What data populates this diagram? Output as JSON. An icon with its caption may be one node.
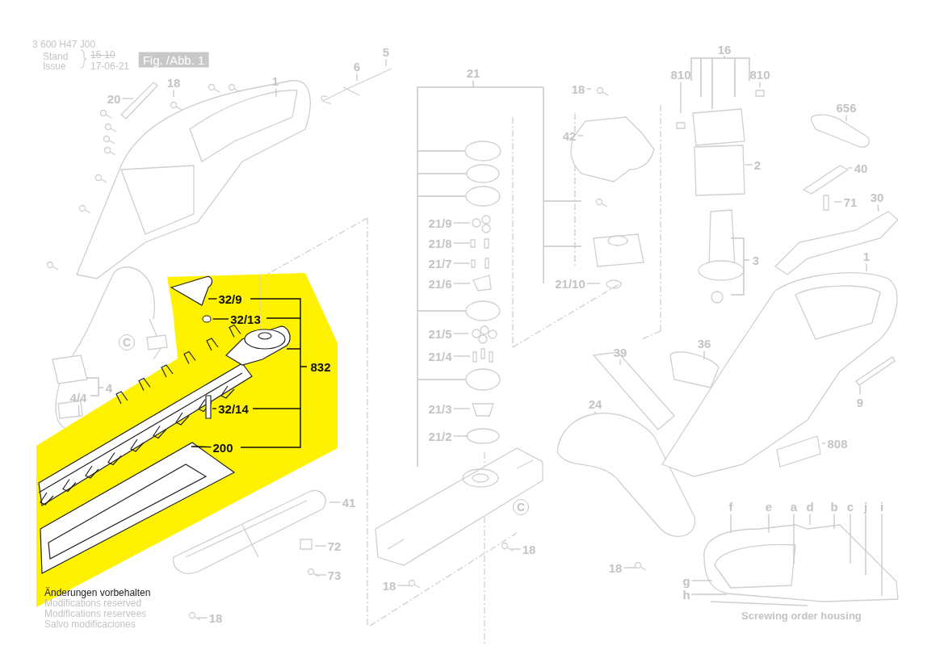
{
  "diagram": {
    "nodes": [
      {
        "text": [
          "Fig. /Abb. 1"
        ]
      },
      {
        "text": [
          "18"
        ]
      },
      {
        "text": [
          "20"
        ]
      },
      {
        "text": [
          "1"
        ]
      },
      {
        "text": [
          "6"
        ]
      },
      {
        "text": [
          "5"
        ]
      },
      {
        "text": [
          "810"
        ]
      },
      {
        "text": [
          "16"
        ]
      },
      {
        "text": [
          "810"
        ]
      },
      {
        "text": [
          "21"
        ]
      },
      {
        "text": [
          "18"
        ]
      },
      {
        "text": [
          "656"
        ]
      },
      {
        "text": [
          "42"
        ]
      },
      {
        "text": [
          "2"
        ]
      },
      {
        "text": [
          "40"
        ]
      },
      {
        "text": [
          "71"
        ]
      },
      {
        "text": [
          "30"
        ]
      },
      {
        "text": [
          "21/9"
        ]
      },
      {
        "text": [
          "21/8"
        ]
      },
      {
        "text": [
          "21/7"
        ]
      },
      {
        "text": [
          "21/6"
        ]
      },
      {
        "text": [
          "3"
        ]
      },
      {
        "text": [
          "1"
        ]
      },
      {
        "text": [
          "21/10"
        ]
      },
      {
        "text": [
          "32/9"
        ]
      },
      {
        "text": [
          "32/13"
        ]
      },
      {
        "text": [
          "21/5"
        ]
      },
      {
        "text": [
          "C"
        ]
      },
      {
        "text": [
          "36"
        ]
      },
      {
        "text": [
          "39"
        ]
      },
      {
        "text": [
          "21/4"
        ]
      },
      {
        "text": [
          "832"
        ]
      },
      {
        "text": [
          "4"
        ]
      },
      {
        "text": [
          "4/4"
        ]
      },
      {
        "text": [
          "9"
        ]
      },
      {
        "text": [
          "24"
        ]
      },
      {
        "text": [
          "32/14"
        ]
      },
      {
        "text": [
          "21/3"
        ]
      },
      {
        "text": [
          "21/2"
        ]
      },
      {
        "text": [
          "808"
        ]
      },
      {
        "text": [
          "200"
        ]
      },
      {
        "text": [
          "41"
        ]
      },
      {
        "text": [
          "f"
        ]
      },
      {
        "text": [
          "e"
        ]
      },
      {
        "text": [
          "a"
        ]
      },
      {
        "text": [
          "d"
        ]
      },
      {
        "text": [
          "b"
        ]
      },
      {
        "text": [
          "c"
        ]
      },
      {
        "text": [
          "j"
        ]
      },
      {
        "text": [
          "i"
        ]
      },
      {
        "text": [
          "C"
        ]
      },
      {
        "text": [
          "72"
        ]
      },
      {
        "text": [
          "18"
        ]
      },
      {
        "text": [
          "18"
        ]
      },
      {
        "text": [
          "73"
        ]
      },
      {
        "text": [
          "g"
        ]
      },
      {
        "text": [
          "18"
        ]
      },
      {
        "text": [
          "h"
        ]
      },
      {
        "text": [
          "18"
        ]
      },
      {
        "text": [],
        "shape": "circle"
      }
    ],
    "edges": [
      {
        "from": 1,
        "to": null,
        "arrow": "none"
      },
      {
        "from": 2,
        "to": null,
        "arrow": "none"
      },
      {
        "from": 3,
        "to": null,
        "arrow": "none"
      },
      {
        "from": 4,
        "to": null,
        "arrow": "none"
      },
      {
        "from": 5,
        "to": null,
        "arrow": "none"
      },
      {
        "from": 6,
        "to": null,
        "arrow": "none"
      },
      {
        "from": 8,
        "to": null,
        "arrow": "none"
      },
      {
        "from": 10,
        "to": null,
        "arrow": "none"
      },
      {
        "from": 11,
        "to": null,
        "arrow": "none"
      },
      {
        "from": 12,
        "to": null,
        "arrow": "none"
      },
      {
        "from": 13,
        "to": null,
        "arrow": "none"
      },
      {
        "from": 14,
        "to": null,
        "arrow": "none"
      },
      {
        "from": 15,
        "to": null,
        "arrow": "none"
      },
      {
        "from": 16,
        "to": null,
        "arrow": "none"
      },
      {
        "from": 17,
        "to": null,
        "arrow": "none"
      },
      {
        "from": 18,
        "to": null,
        "arrow": "none"
      },
      {
        "from": 19,
        "to": null,
        "arrow": "none"
      },
      {
        "from": 20,
        "to": null,
        "arrow": "none"
      },
      {
        "from": 22,
        "to": null,
        "arrow": "none"
      },
      {
        "from": 23,
        "to": null,
        "arrow": "none"
      },
      {
        "from": 24,
        "to": null,
        "arrow": "none",
        "color": "#000000"
      },
      {
        "from": 25,
        "to": 59,
        "arrow": "none",
        "color": "#000000"
      },
      {
        "from": 26,
        "to": null,
        "arrow": "none"
      },
      {
        "from": 28,
        "to": null,
        "arrow": "none"
      },
      {
        "from": 29,
        "to": null,
        "arrow": "none"
      },
      {
        "from": 30,
        "to": null,
        "arrow": "none"
      },
      {
        "from": 33,
        "to": null,
        "arrow": "none"
      },
      {
        "from": 34,
        "to": null,
        "arrow": "none"
      },
      {
        "from": 35,
        "to": null,
        "arrow": "none"
      },
      {
        "from": 36,
        "to": null,
        "arrow": "none",
        "color": "#000000"
      },
      {
        "from": 37,
        "to": null,
        "arrow": "none"
      },
      {
        "from": 38,
        "to": null,
        "arrow": "none"
      },
      {
        "from": 39,
        "to": null,
        "arrow": "none"
      },
      {
        "from": 40,
        "to": null,
        "arrow": "none",
        "color": "#000000"
      },
      {
        "from": 41,
        "to": null,
        "arrow": "none"
      },
      {
        "from": 42,
        "to": null,
        "arrow": "none"
      },
      {
        "from": 43,
        "to": null,
        "arrow": "none"
      },
      {
        "from": 44,
        "to": null,
        "arrow": "none"
      },
      {
        "from": 45,
        "to": null,
        "arrow": "none"
      },
      {
        "from": 46,
        "to": null,
        "arrow": "none"
      },
      {
        "from": 47,
        "to": null,
        "arrow": "none"
      },
      {
        "from": 48,
        "to": null,
        "arrow": "none"
      },
      {
        "from": 49,
        "to": null,
        "arrow": "none"
      },
      {
        "from": 51,
        "to": null,
        "arrow": "none"
      },
      {
        "from": 52,
        "to": null,
        "arrow": "none"
      },
      {
        "from": 53,
        "to": null,
        "arrow": "none"
      },
      {
        "from": 54,
        "to": null,
        "arrow": "none"
      },
      {
        "from": 55,
        "to": null,
        "arrow": "none"
      },
      {
        "from": 56,
        "to": null,
        "arrow": "none"
      },
      {
        "from": 57,
        "to": null,
        "arrow": "none"
      },
      {
        "from": 58,
        "to": null,
        "arrow": "none"
      }
    ],
    "labels": [
      "3 600 H47 J00",
      "Stand",
      "15-10",
      "Issue",
      "17-06-21",
      "Änderungen vorbehalten",
      "Modifications reserved",
      "Modifications reservees",
      "Salvo modificaciones",
      "Screwing order housing"
    ]
  }
}
